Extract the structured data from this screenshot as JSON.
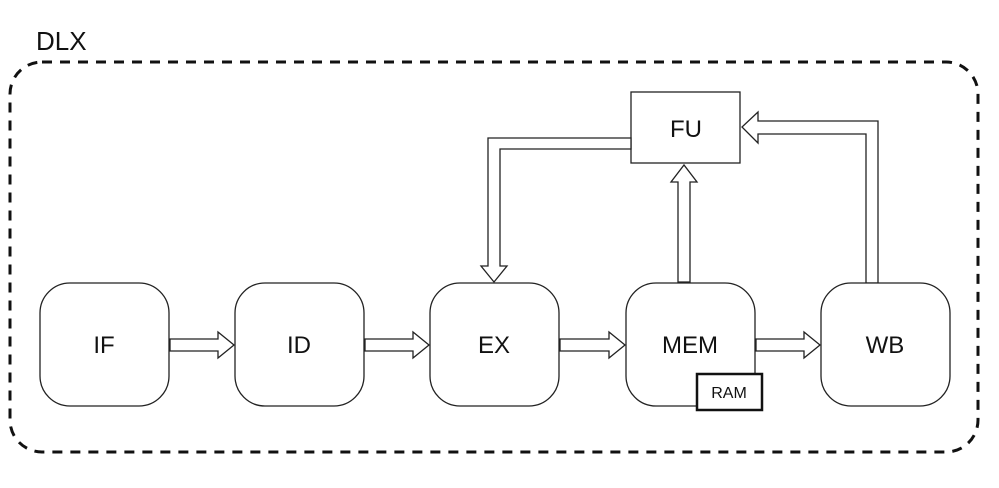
{
  "diagram": {
    "title": "DLX",
    "stages": {
      "if": "IF",
      "id": "ID",
      "ex": "EX",
      "mem": "MEM",
      "wb": "WB"
    },
    "ram": "RAM",
    "forwarding_unit": "FU"
  }
}
